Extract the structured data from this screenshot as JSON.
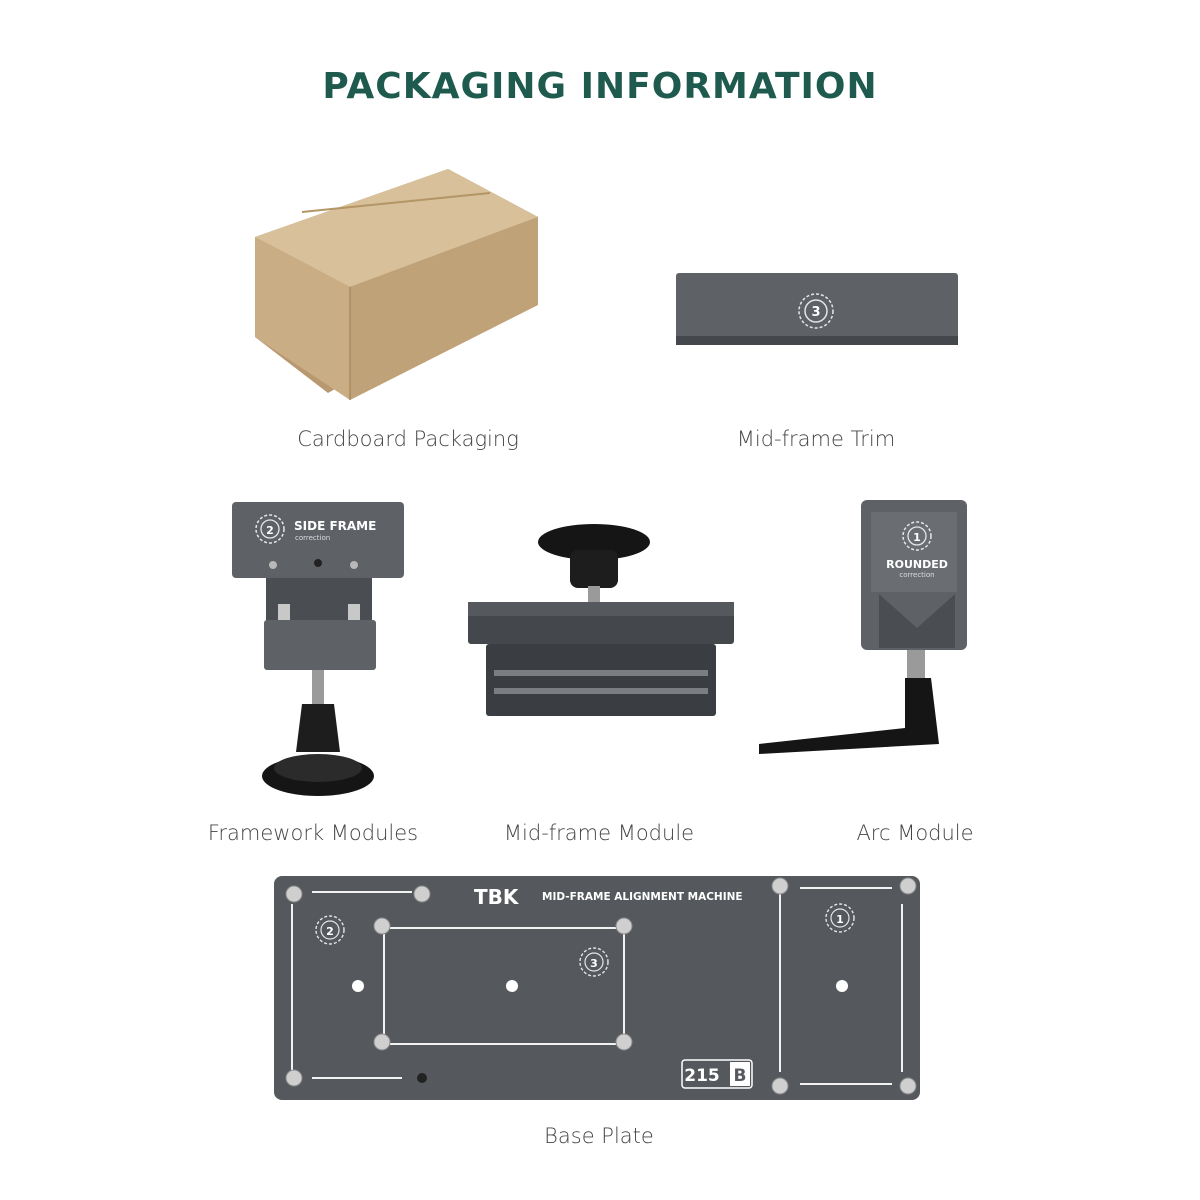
{
  "page": {
    "title": "PACKAGING INFORMATION"
  },
  "items": [
    {
      "caption": "Cardboard Packaging"
    },
    {
      "caption": "Mid-frame Trim",
      "badge": "3"
    },
    {
      "caption": "Framework Modules",
      "badge": "2",
      "label": "SIDE FRAME",
      "sublabel": "correction"
    },
    {
      "caption": "Mid-frame Module"
    },
    {
      "caption": "Arc Module",
      "badge": "1",
      "label": "ROUNDED",
      "sublabel": "correction"
    },
    {
      "caption": "Base Plate",
      "brand": "TBK",
      "product": "MID-FRAME ALIGNMENT MACHINE",
      "model_number": "215",
      "model_letter": "B",
      "badges": [
        "2",
        "3",
        "1"
      ]
    }
  ],
  "colors": {
    "title": "#1f5a4f",
    "metal": "#5a5e63",
    "metal_dark": "#3f4347",
    "cardboard": "#c9ad84",
    "knob": "#151515"
  }
}
